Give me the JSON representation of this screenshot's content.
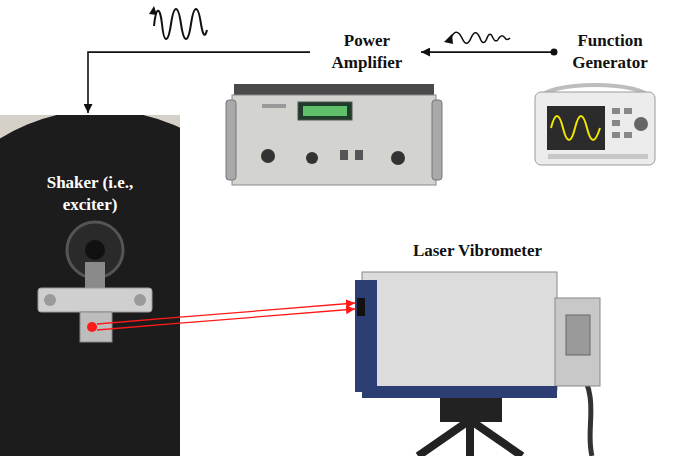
{
  "diagram": {
    "nodes": [
      {
        "text": [
          "Power Amplifier"
        ]
      },
      {
        "text": [
          "Function Generator"
        ]
      },
      {
        "text": [
          "Shaker (i.e., exciter)"
        ]
      },
      {
        "text": [
          "Laser Vibrometer"
        ]
      }
    ],
    "edges": [
      {
        "from": 1,
        "to": 0,
        "arrow": "to"
      },
      {
        "from": 0,
        "to": 2,
        "arrow": "to"
      },
      {
        "from": 2,
        "to": 3,
        "arrow": "to"
      }
    ]
  }
}
